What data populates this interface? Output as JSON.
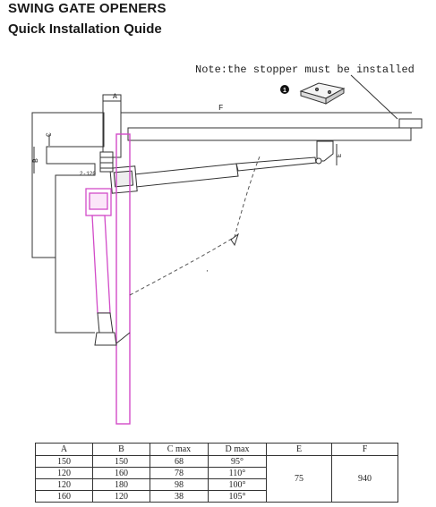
{
  "header": {
    "title": "SWING GATE OPENERS",
    "subtitle": "Quick Installation Quide"
  },
  "note": {
    "text": "Note:the stopper must be installed",
    "marker": "❶"
  },
  "dimensions": {
    "A": "A",
    "B": "B",
    "C": "C",
    "E": "E",
    "F": "F",
    "small": "2-120"
  },
  "table": {
    "headers": [
      "A",
      "B",
      "C max",
      "D max",
      "E",
      "F"
    ],
    "rows": [
      [
        "150",
        "150",
        "68",
        "95°"
      ],
      [
        "120",
        "160",
        "78",
        "110°"
      ],
      [
        "120",
        "180",
        "98",
        "100°"
      ],
      [
        "160",
        "120",
        "38",
        "105°"
      ]
    ],
    "E_value": "75",
    "F_value": "940"
  },
  "colors": {
    "line": "#333333",
    "magenta": "#d24bc8",
    "dashed": "#555555"
  }
}
